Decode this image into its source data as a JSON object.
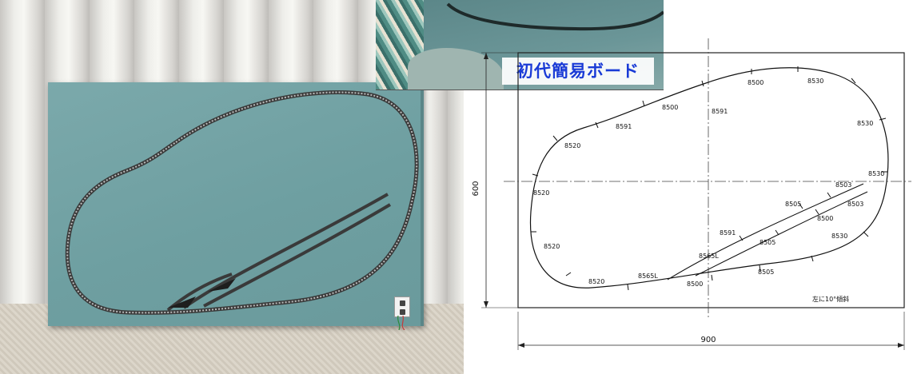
{
  "photo": {
    "description_icon": "model-railway-board-photo"
  },
  "inset": {
    "title": "初代簡易ボード",
    "title_color": "#1a3bd6"
  },
  "drawing": {
    "dim_height": "600",
    "dim_width": "900",
    "note": "左に10°傾斜",
    "labels": [
      "8591",
      "8500",
      "8530",
      "8500",
      "8591",
      "8530",
      "8520",
      "8530",
      "8520",
      "8503",
      "8505",
      "8503",
      "8500",
      "8520",
      "8591",
      "8530",
      "8565L",
      "8505",
      "8520",
      "8565L",
      "8500",
      "8505"
    ]
  }
}
